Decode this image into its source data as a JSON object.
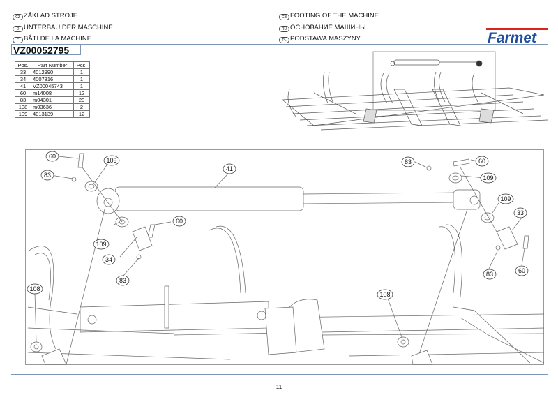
{
  "header": {
    "titles_left": [
      {
        "lang": "CZ",
        "text": "ZÁKLAD STROJE"
      },
      {
        "lang": "D",
        "text": "UNTERBAU DER MASCHINE"
      },
      {
        "lang": "F",
        "text": "BÂTI DE LA MACHINE"
      }
    ],
    "titles_right": [
      {
        "lang": "GB",
        "text": "FOOTING OF THE MACHINE"
      },
      {
        "lang": "RU",
        "text": "ОСНОВАНИЕ МАШИНЫ"
      },
      {
        "lang": "PL",
        "text": "PODSTAWA MASZYNY"
      }
    ],
    "assembly_number": "VZ00052795",
    "logo_text": "Farmet",
    "brand_colors": {
      "red": "#d9261c",
      "blue": "#1f4f9c"
    }
  },
  "parts_table": {
    "headers": [
      "Pos.",
      "Part Number",
      "Pcs."
    ],
    "rows": [
      [
        "33",
        "4012990",
        "1"
      ],
      [
        "34",
        "4007816",
        "1"
      ],
      [
        "41",
        "VZ00045743",
        "1"
      ],
      [
        "60",
        "m14008",
        "12"
      ],
      [
        "83",
        "m04301",
        "20"
      ],
      [
        "108",
        "m03636",
        "2"
      ],
      [
        "109",
        "4013139",
        "12"
      ]
    ]
  },
  "callouts": {
    "left_pin": "60",
    "left_nut": "83",
    "left_washer_top": "109",
    "cylinder": "41",
    "left_washer_bottom": "109",
    "left_pin2": "60",
    "left_bolt": "34",
    "left_nut2": "83",
    "left_washer_108": "108",
    "right_nut": "83",
    "right_pin": "60",
    "right_washer_top": "109",
    "right_washer_bottom": "109",
    "right_bolt": "33",
    "right_nut2": "83",
    "right_pin2": "60",
    "right_washer_108": "108"
  },
  "footer": {
    "page_number": "11"
  }
}
